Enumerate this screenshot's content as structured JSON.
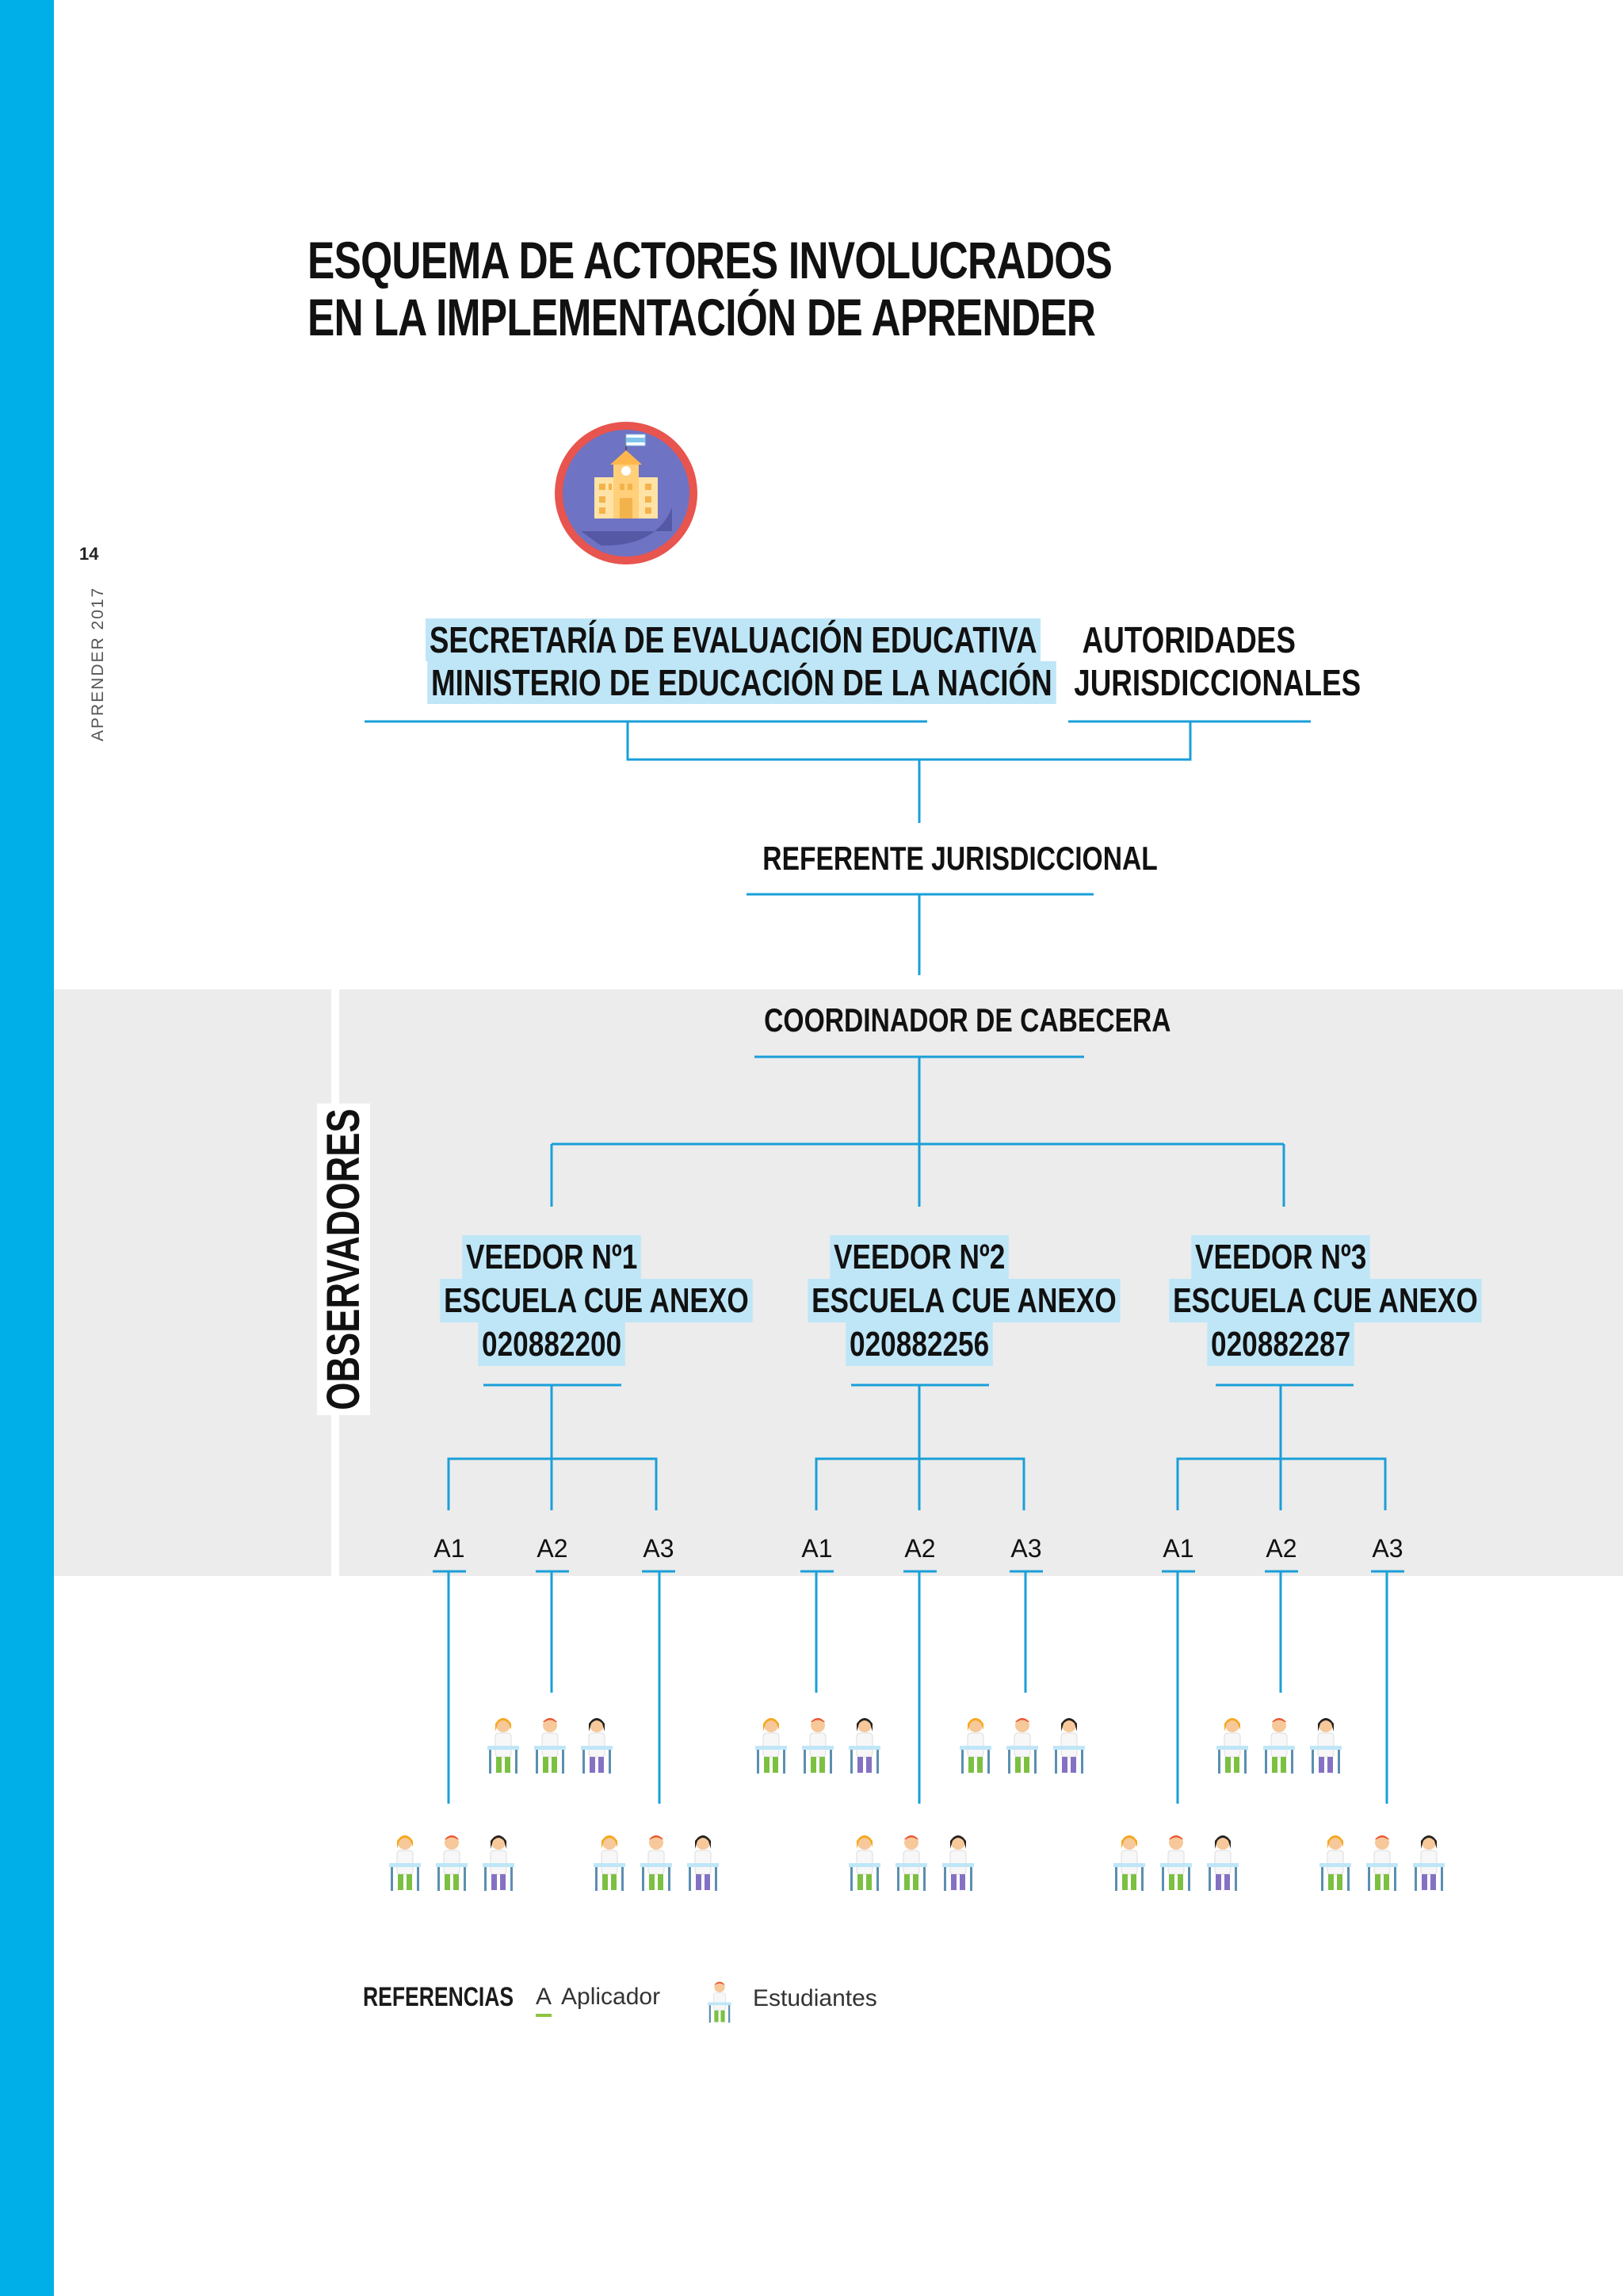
{
  "page": {
    "page_number": "14",
    "running_head": "APRENDER 2017",
    "title_line1": "ESQUEMA DE ACTORES INVOLUCRADOS",
    "title_line2": "EN LA IMPLEMENTACIÓN DE APRENDER",
    "accent_color": "#00aee8",
    "line_color": "#1a9fd9",
    "highlight_color": "#bfe6f7"
  },
  "nodes": {
    "secretaria_line1": "SECRETARÍA DE EVALUACIÓN EDUCATIVA",
    "secretaria_line2": "MINISTERIO DE EDUCACIÓN DE LA NACIÓN",
    "autoridades_line1": "AUTORIDADES",
    "autoridades_line2": "JURISDICCIONALES",
    "referente": "REFERENTE JURISDICCIONAL",
    "coordinador": "COORDINADOR DE CABECERA",
    "observadores": "OBSERVADORES"
  },
  "veedores": [
    {
      "line1": "VEEDOR Nº1",
      "line2": "ESCUELA CUE ANEXO",
      "line3": "020882200"
    },
    {
      "line1": "VEEDOR Nº2",
      "line2": "ESCUELA CUE ANEXO",
      "line3": "020882256"
    },
    {
      "line1": "VEEDOR Nº3",
      "line2": "ESCUELA CUE ANEXO",
      "line3": "020882287"
    }
  ],
  "aplicadores": [
    "A1",
    "A2",
    "A3"
  ],
  "legend": {
    "title": "REFERENCIAS",
    "aplicador_symbol": "A",
    "aplicador_label": "Aplicador",
    "estudiantes_label": "Estudiantes"
  },
  "icons": {
    "seal": "school-building-icon",
    "students": "students-group-icon",
    "student_single": "student-icon"
  }
}
